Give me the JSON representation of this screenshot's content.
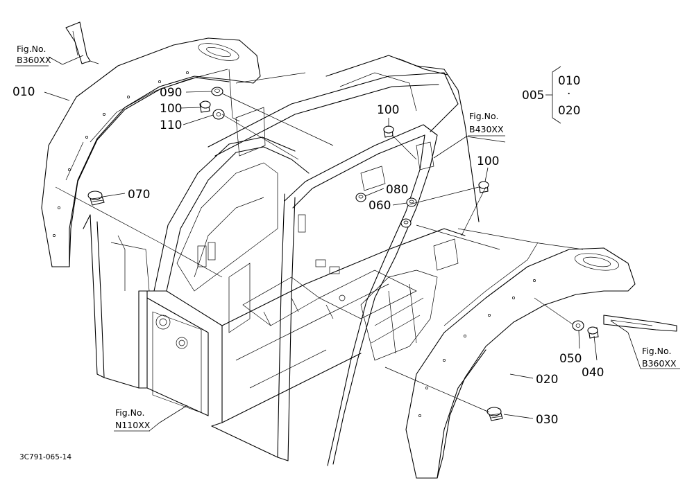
{
  "callouts": {
    "c010": "010",
    "c020": "020",
    "c030": "030",
    "c040": "040",
    "c050": "050",
    "c060": "060",
    "c070": "070",
    "c080": "080",
    "c090": "090",
    "c100a": "100",
    "c100b": "100",
    "c100c": "100",
    "c110": "110"
  },
  "assembly": {
    "parent": "005",
    "children": [
      "010",
      "·",
      "020"
    ]
  },
  "fig_refs": [
    {
      "label": "Fig.No.",
      "number": "B360XX"
    },
    {
      "label": "Fig.No.",
      "number": "B430XX"
    },
    {
      "label": "Fig.No.",
      "number": "B360XX"
    },
    {
      "label": "Fig.No.",
      "number": "N110XX"
    }
  ],
  "drawing_code": "3C791-065-14"
}
